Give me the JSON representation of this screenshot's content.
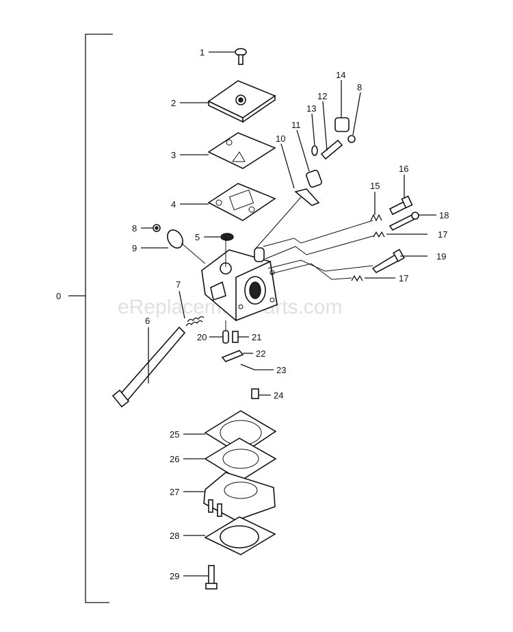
{
  "watermark": "eReplacementParts.com",
  "assembly_label": "0",
  "callouts": [
    {
      "id": "c1",
      "num": "1"
    },
    {
      "id": "c2",
      "num": "2"
    },
    {
      "id": "c3",
      "num": "3"
    },
    {
      "id": "c4",
      "num": "4"
    },
    {
      "id": "c5",
      "num": "5"
    },
    {
      "id": "c6",
      "num": "6"
    },
    {
      "id": "c7",
      "num": "7"
    },
    {
      "id": "c8a",
      "num": "8"
    },
    {
      "id": "c8b",
      "num": "8"
    },
    {
      "id": "c9",
      "num": "9"
    },
    {
      "id": "c10",
      "num": "10"
    },
    {
      "id": "c11",
      "num": "11"
    },
    {
      "id": "c12",
      "num": "12"
    },
    {
      "id": "c13",
      "num": "13"
    },
    {
      "id": "c14",
      "num": "14"
    },
    {
      "id": "c15",
      "num": "15"
    },
    {
      "id": "c16",
      "num": "16"
    },
    {
      "id": "c17a",
      "num": "17"
    },
    {
      "id": "c17b",
      "num": "17"
    },
    {
      "id": "c18",
      "num": "18"
    },
    {
      "id": "c19",
      "num": "19"
    },
    {
      "id": "c20",
      "num": "20"
    },
    {
      "id": "c21",
      "num": "21"
    },
    {
      "id": "c22",
      "num": "22"
    },
    {
      "id": "c23",
      "num": "23"
    },
    {
      "id": "c24",
      "num": "24"
    },
    {
      "id": "c25",
      "num": "25"
    },
    {
      "id": "c26",
      "num": "26"
    },
    {
      "id": "c27",
      "num": "27"
    },
    {
      "id": "c28",
      "num": "28"
    },
    {
      "id": "c29",
      "num": "29"
    }
  ]
}
